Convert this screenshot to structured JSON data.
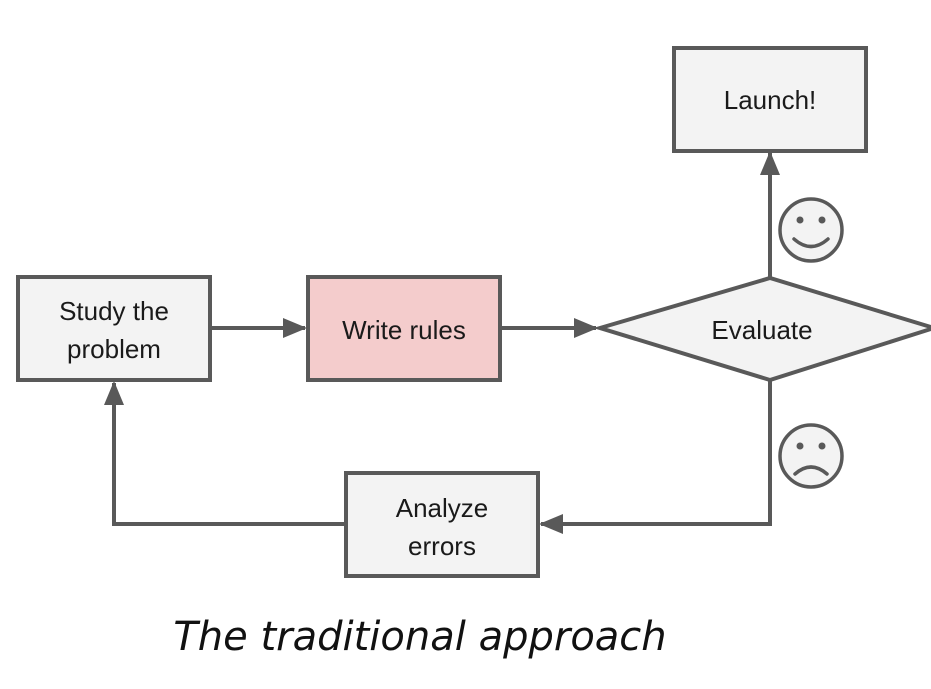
{
  "colors": {
    "stroke": "#595959",
    "box_fill": "#f3f3f3",
    "highlight_fill": "#f4cccc",
    "text": "#1a1a1a"
  },
  "nodes": {
    "study": {
      "line1": "Study the",
      "line2": "problem"
    },
    "write": {
      "label": "Write rules"
    },
    "evaluate": {
      "label": "Evaluate"
    },
    "launch": {
      "label": "Launch!"
    },
    "analyze": {
      "line1": "Analyze",
      "line2": "errors"
    }
  },
  "icons": {
    "success": "smiling-face-icon",
    "failure": "frowning-face-icon"
  },
  "caption": "The traditional approach"
}
